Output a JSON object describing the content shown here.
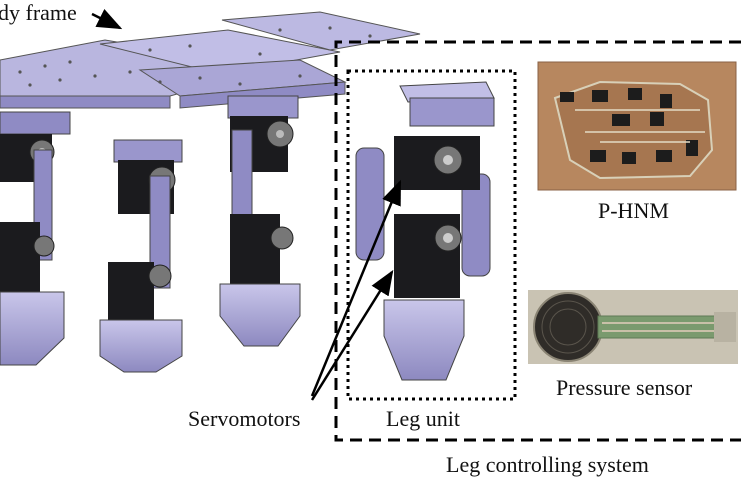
{
  "labels": {
    "body_frame": "dy frame",
    "servomotors": "Servomotors",
    "leg_unit": "Leg unit",
    "p_hnm": "P-HNM",
    "pressure_sensor": "Pressure sensor",
    "leg_controlling_system": "Leg controlling system"
  },
  "colors": {
    "frame_top": "#b9b6df",
    "frame_side": "#8f8bc4",
    "servo": "#1b1b1e",
    "pcb": "#b7875f",
    "sensor_pad": "#2f2c28",
    "sensor_tail": "#7a9a6e"
  }
}
